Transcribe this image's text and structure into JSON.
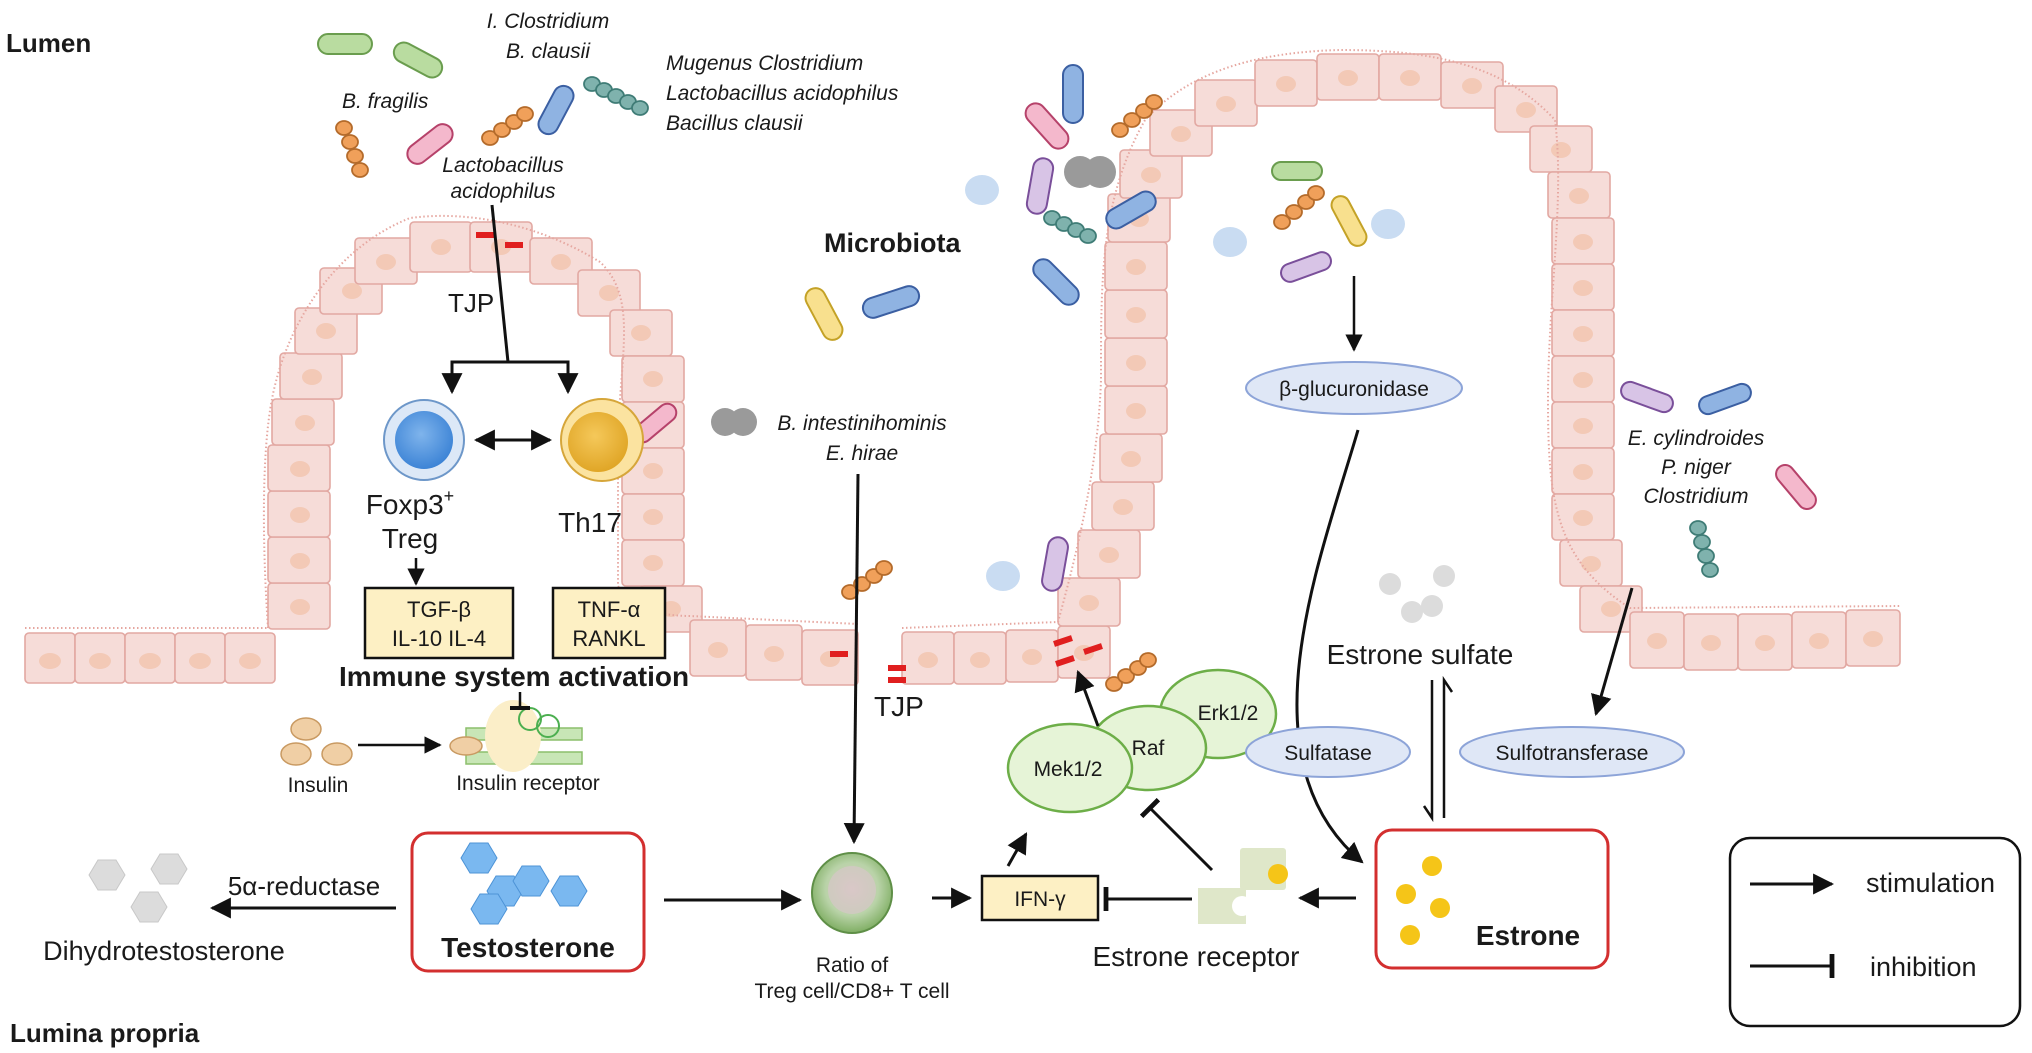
{
  "regions": {
    "lumen": "Lumen",
    "lamina": "Lumina propria"
  },
  "bacteria_labels": {
    "group1_line1": "I. Clostridium",
    "group1_line2": "B. clausii",
    "group2_line1": "Mugenus Clostridium",
    "group2_line2": "Lactobacillus acidophilus",
    "group2_line3": "Bacillus clausii",
    "bfragilis": "B. fragilis",
    "lacto_line1": "Lactobacillus",
    "lacto_line2": "acidophilus",
    "bint_line1": "B. intestinihominis",
    "bint_line2": "E. hirae",
    "ecyl_line1": "E. cylindroides",
    "ecyl_line2": "P. niger",
    "ecyl_line3": "Clostridium"
  },
  "microbiota": "Microbiota",
  "tjp": "TJP",
  "cells": {
    "treg_line1": "Foxp3",
    "treg_sup": "+",
    "treg_line2": "Treg",
    "th17": "Th17"
  },
  "cytokines": {
    "treg_box_line1": "TGF-β",
    "treg_box_line2": "IL-10 IL-4",
    "th17_box_line1": "TNF-α",
    "th17_box_line2": "RANKL"
  },
  "immune_activation": "Immune system activation",
  "insulin": "Insulin",
  "insulin_receptor": "Insulin receptor",
  "testosterone": "Testosterone",
  "five_alpha": "5α-reductase",
  "dht": "Dihydrotestosterone",
  "ratio_line1": "Ratio of",
  "ratio_line2": "Treg cell/CD8+ T cell",
  "ifn": "IFN-γ",
  "mek": "Mek1/2",
  "raf": "Raf",
  "erk": "Erk1/2",
  "estrone_receptor": "Estrone receptor",
  "estrone": "Estrone",
  "glucuronidase": "β-glucuronidase",
  "estrone_sulfate": "Estrone sulfate",
  "sulfatase": "Sulfatase",
  "sulfotransferase": "Sulfotransferase",
  "legend": {
    "stimulation": "stimulation",
    "inhibition": "inhibition"
  },
  "colors": {
    "epithelium_fill": "#f6dcd8",
    "epithelium_stroke": "#e2a8a2",
    "nucleus": "#f3c9b6",
    "box_red": "#d32f2f",
    "cytokine_fill": "#fdf0c4",
    "mapk_fill": "#e6f4d7",
    "mapk_stroke": "#6dae48",
    "enzyme_fill": "#dfe7f6",
    "enzyme_stroke": "#8da4d8",
    "tjp_red": "#e01f1f"
  }
}
